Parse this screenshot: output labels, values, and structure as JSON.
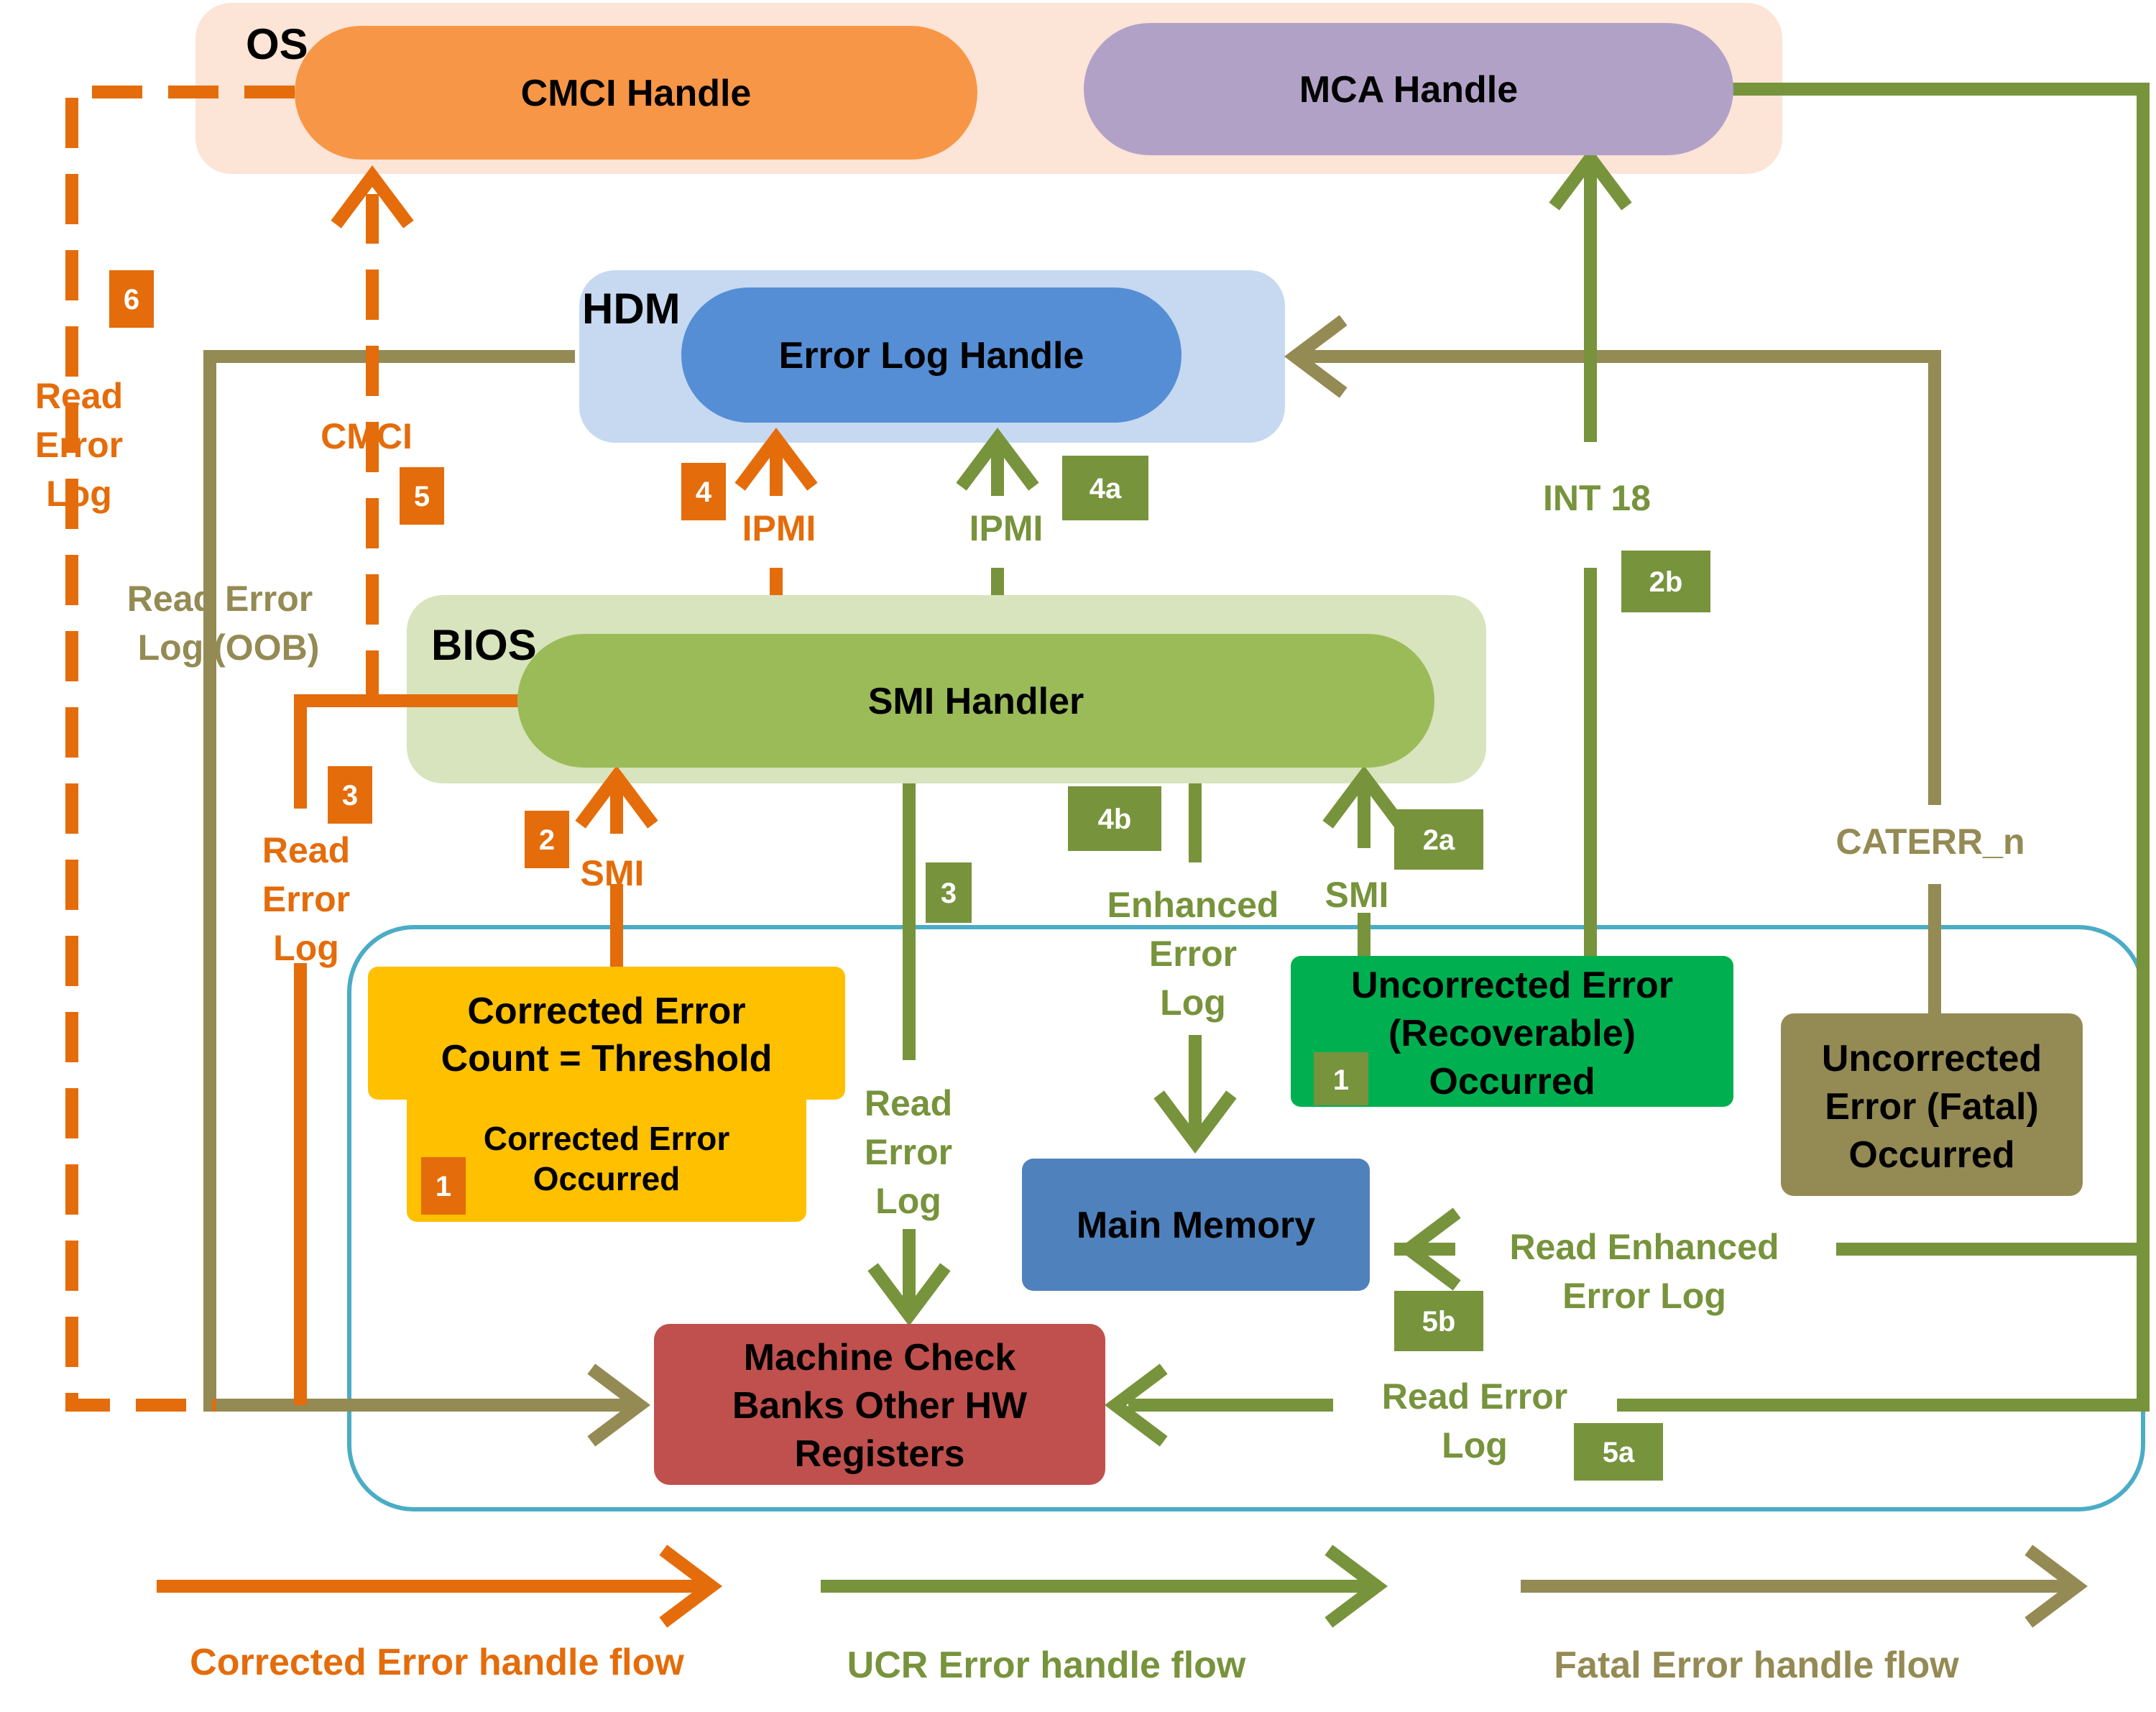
{
  "colors": {
    "corrected": "#E46C0A",
    "ucr": "#77933C",
    "fatal": "#948A54",
    "os_bg": "#FCE4D6",
    "hdm_bg": "#C6D9F1",
    "bios_bg": "#D7E4BD",
    "cmci_node": "#F79646",
    "mca_node": "#B2A1C7",
    "errlog_node": "#558ED5",
    "smi_node": "#9BBB59",
    "corrected_box": "#FFC000",
    "ucr_box": "#00B050",
    "fatal_box": "#948A54",
    "memory_box": "#4F81BD",
    "mcbank_box": "#C0504D",
    "hw_border": "#4BACC6"
  },
  "regions": {
    "os": "OS",
    "hdm": "HDM",
    "bios": "BIOS"
  },
  "nodes": {
    "cmci_handle": "CMCI Handle",
    "mca_handle": "MCA Handle",
    "error_log_handle": "Error Log Handle",
    "smi_handler": "SMI Handler",
    "corrected_threshold": [
      "Corrected Error",
      "Count = Threshold"
    ],
    "corrected_occurred": [
      "Corrected Error",
      "Occurred"
    ],
    "ucr_occurred": [
      "Uncorrected Error",
      "(Recoverable)",
      "Occurred"
    ],
    "fatal_occurred": [
      "Uncorrected",
      "Error (Fatal)",
      "Occurred"
    ],
    "main_memory": "Main Memory",
    "machine_check": [
      "Machine Check",
      "Banks Other HW",
      "Registers"
    ]
  },
  "labels": {
    "read_error_log_left": [
      "Read",
      "Error",
      "Log"
    ],
    "cmci": "CMCI",
    "read_error_log_oob": [
      "Read Error",
      "Log (OOB)"
    ],
    "read_error_log_3": [
      "Read",
      "Error",
      "Log"
    ],
    "smi_left": "SMI",
    "ipmi_orange": "IPMI",
    "ipmi_green": "IPMI",
    "int18": "INT 18",
    "enhanced_error_log": [
      "Enhanced",
      "Error",
      "Log"
    ],
    "smi_right": "SMI",
    "caterr": "CATERR_n",
    "read_error_log_center": [
      "Read",
      "Error",
      "Log"
    ],
    "read_enhanced": [
      "Read Enhanced",
      "Error Log"
    ],
    "read_error_log_5a": [
      "Read Error",
      "Log"
    ]
  },
  "badges": {
    "b6": "6",
    "b5": "5",
    "b4": "4",
    "b4a": "4a",
    "b3_orange": "3",
    "b2_orange": "2",
    "b1_corrected": "1",
    "b3_green": "3",
    "b4b": "4b",
    "b2a": "2a",
    "b2b": "2b",
    "b1_ucr": "1",
    "b5b": "5b",
    "b5a": "5a"
  },
  "legend": {
    "corrected": "Corrected Error handle flow",
    "ucr": "UCR Error handle flow",
    "fatal": "Fatal Error handle flow"
  }
}
